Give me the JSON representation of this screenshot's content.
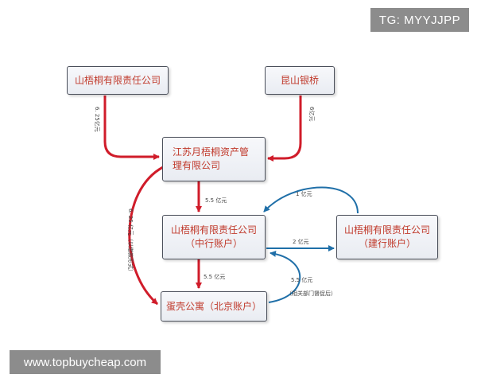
{
  "watermark_top": "TG: MYYJJPP",
  "watermark_bottom": "www.topbuycheap.com",
  "colors": {
    "red": "#d01c2a",
    "blue": "#1f6fa8",
    "box_text": "#c0392b"
  },
  "nodes": {
    "top_left": [
      "山梧桐有限责任公司"
    ],
    "top_right": [
      "昆山银桥"
    ],
    "center": [
      "江苏月梧桐资产管",
      "理有限公司"
    ],
    "middle": [
      "山梧桐有限责任公司",
      "（中行账户）"
    ],
    "right": [
      "山梧桐有限责任公司",
      "（建行账户）"
    ],
    "bottom": [
      "蛋壳公寓（北京账户）"
    ]
  },
  "edges": {
    "top_left_to_center": "6. 25亿元",
    "top_right_to_center": "6亿元",
    "center_to_middle": "5.5 亿元",
    "center_to_bottom": "6. 25 亿元（以借款形式）",
    "middle_to_bottom": "5.5 亿元",
    "right_to_middle": "1 亿元",
    "middle_to_right": "2 亿元",
    "bottom_to_middle_amount": "5.5 亿元",
    "bottom_to_middle_note": "（相关部门督促后）"
  }
}
